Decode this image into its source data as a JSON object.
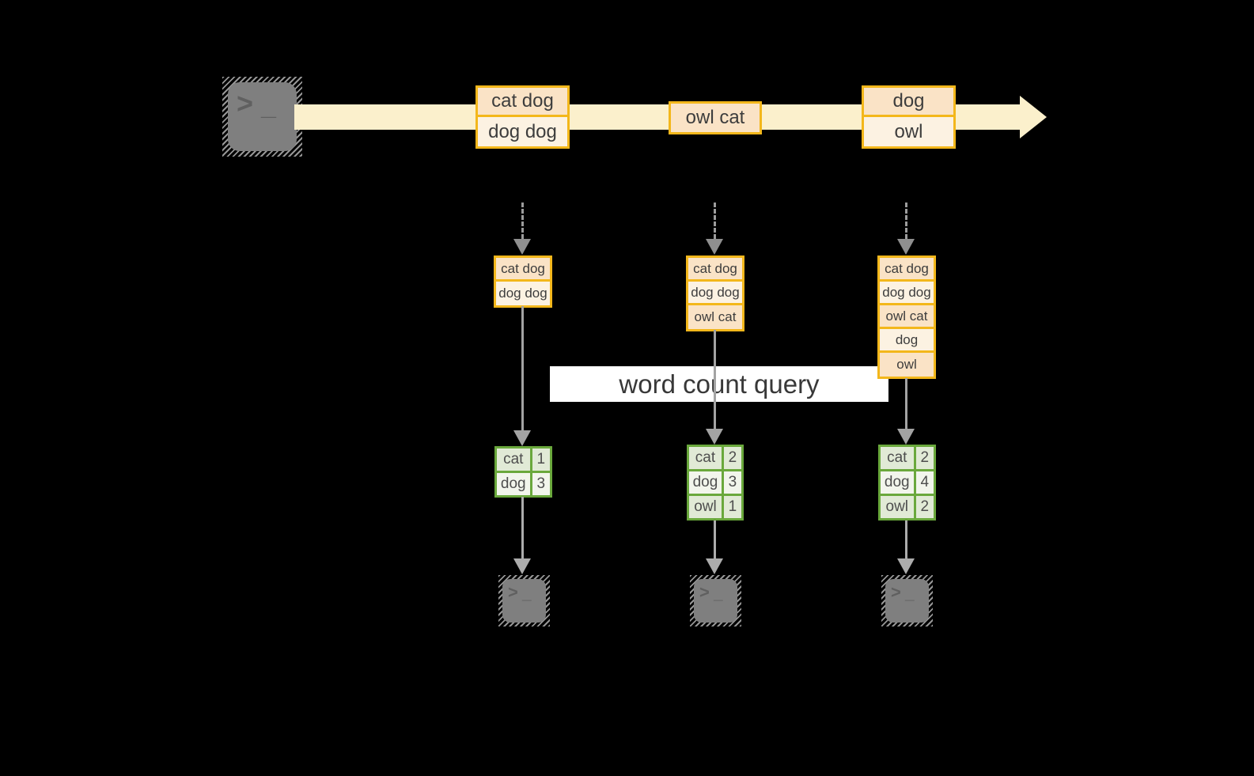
{
  "banner": {
    "label": "word count query"
  },
  "stream": {
    "records": [
      {
        "lines": [
          "cat dog",
          "dog dog"
        ]
      },
      {
        "lines": [
          "owl cat"
        ]
      },
      {
        "lines": [
          "dog",
          "owl"
        ]
      }
    ]
  },
  "pipelines": [
    {
      "buffer": [
        "cat dog",
        "dog dog"
      ],
      "counts": [
        {
          "word": "cat",
          "count": "1"
        },
        {
          "word": "dog",
          "count": "3"
        }
      ]
    },
    {
      "buffer": [
        "cat dog",
        "dog dog",
        "owl cat"
      ],
      "counts": [
        {
          "word": "cat",
          "count": "2"
        },
        {
          "word": "dog",
          "count": "3"
        },
        {
          "word": "owl",
          "count": "1"
        }
      ]
    },
    {
      "buffer": [
        "cat dog",
        "dog dog",
        "owl cat",
        "dog",
        "owl"
      ],
      "counts": [
        {
          "word": "cat",
          "count": "2"
        },
        {
          "word": "dog",
          "count": "4"
        },
        {
          "word": "owl",
          "count": "2"
        }
      ]
    }
  ],
  "terminal": {
    "prompt": ">",
    "cursor": "_"
  },
  "colors": {
    "gold_border": "#F3B71B",
    "peach_fill": "#FAE3C6",
    "cream_fill": "#FCF2E2",
    "stream_band": "#FBF0CC",
    "green_border": "#6AA83C",
    "green_fill_dark": "#E1EAD6",
    "green_fill_light": "#F2F5EC",
    "arrow_gray": "#A3A3A3",
    "terminal_gray": "#7F7F7F",
    "text_dark": "#3D3D3D"
  }
}
